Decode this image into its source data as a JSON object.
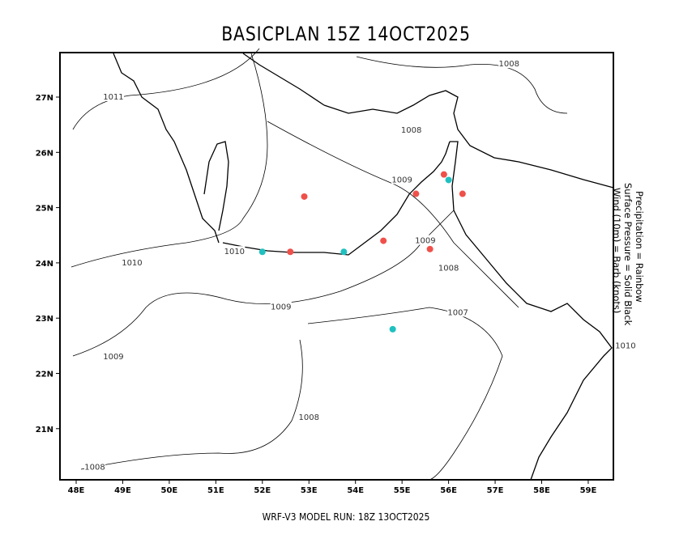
{
  "title": "BASICPLAN 15Z 14OCT2025",
  "footer": "WRF-V3 MODEL RUN: 18Z 13OCT2025",
  "legend": [
    "Precipitation = Rainbow",
    "Surface Pressure = Solid Black",
    "Wind (10m) = Barb (knots)"
  ],
  "lon_ticks": [
    "48E",
    "49E",
    "50E",
    "51E",
    "52E",
    "53E",
    "54E",
    "55E",
    "56E",
    "57E",
    "58E",
    "59E"
  ],
  "lat_ticks": [
    "27N",
    "26N",
    "25N",
    "24N",
    "23N",
    "22N",
    "21N"
  ],
  "isobars": [
    {
      "label": "1008",
      "lon": 55.2,
      "lat": 26.4
    },
    {
      "label": "1008",
      "lon": 57.3,
      "lat": 27.6
    },
    {
      "label": "1011",
      "lon": 48.8,
      "lat": 27.0
    },
    {
      "label": "1009",
      "lon": 55.0,
      "lat": 25.5
    },
    {
      "label": "1009",
      "lon": 55.5,
      "lat": 24.4
    },
    {
      "label": "1010",
      "lon": 51.4,
      "lat": 24.2
    },
    {
      "label": "1010",
      "lon": 49.2,
      "lat": 24.0
    },
    {
      "label": "1008",
      "lon": 56.0,
      "lat": 23.9
    },
    {
      "label": "1009",
      "lon": 52.4,
      "lat": 23.2
    },
    {
      "label": "1007",
      "lon": 56.2,
      "lat": 23.1
    },
    {
      "label": "1010",
      "lon": 59.8,
      "lat": 22.5
    },
    {
      "label": "1009",
      "lon": 48.8,
      "lat": 22.3
    },
    {
      "label": "1008",
      "lon": 53.0,
      "lat": 21.2
    },
    {
      "label": "1008",
      "lon": 48.4,
      "lat": 20.3
    }
  ],
  "precip_points": [
    {
      "lon": 52.9,
      "lat": 25.2,
      "color": "#f0504a"
    },
    {
      "lon": 52.6,
      "lat": 24.2,
      "color": "#f0504a"
    },
    {
      "lon": 54.6,
      "lat": 24.4,
      "color": "#f0504a"
    },
    {
      "lon": 55.3,
      "lat": 25.25,
      "color": "#f0504a"
    },
    {
      "lon": 55.9,
      "lat": 25.6,
      "color": "#f0504a"
    },
    {
      "lon": 56.3,
      "lat": 25.25,
      "color": "#f0504a"
    },
    {
      "lon": 55.6,
      "lat": 24.25,
      "color": "#f0504a"
    },
    {
      "lon": 52.0,
      "lat": 24.2,
      "color": "#20c0c0"
    },
    {
      "lon": 53.75,
      "lat": 24.2,
      "color": "#20c0c0"
    },
    {
      "lon": 56.0,
      "lat": 25.5,
      "color": "#20c0c0"
    },
    {
      "lon": 54.8,
      "lat": 22.8,
      "color": "#20c0c0"
    }
  ]
}
